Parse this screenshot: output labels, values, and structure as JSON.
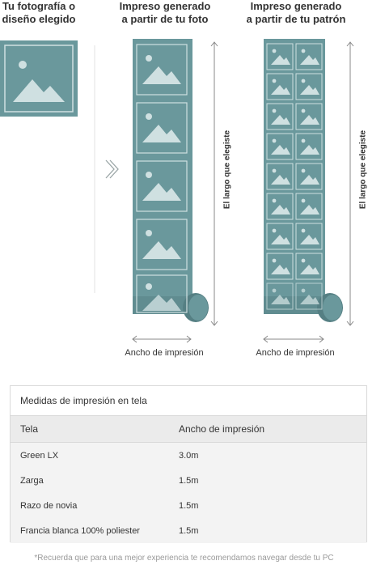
{
  "columns": {
    "source": {
      "title_line1": "Tu fotografía o",
      "title_line2": "diseño elegido"
    },
    "photo_print": {
      "title_line1": "Impreso generado",
      "title_line2": "a partir de tu foto",
      "length_label": "El largo que elegiste",
      "width_label": "Ancho de impresión"
    },
    "pattern_print": {
      "title_line1": "Impreso generado",
      "title_line2": "a partir de tu patrón",
      "length_label": "El largo que elegiste",
      "width_label": "Ancho de impresión"
    }
  },
  "colors": {
    "fabric": "#6a989c",
    "fabric_dark": "#557f83",
    "tile": "#8cb1b4",
    "tile_border": "#cfe0e1",
    "arrow": "#9aa5a6",
    "line": "#888888"
  },
  "table": {
    "title": "Medidas de impresión en tela",
    "headers": [
      "Tela",
      "Ancho de impresión"
    ],
    "rows": [
      [
        "Green LX",
        "3.0m"
      ],
      [
        "Zarga",
        "1.5m"
      ],
      [
        "Razo de novia",
        "1.5m"
      ],
      [
        "Francia blanca 100% poliester",
        "1.5m"
      ]
    ]
  },
  "footnote": "*Recuerda que para una mejor experiencia te recomendamos navegar desde tu PC"
}
